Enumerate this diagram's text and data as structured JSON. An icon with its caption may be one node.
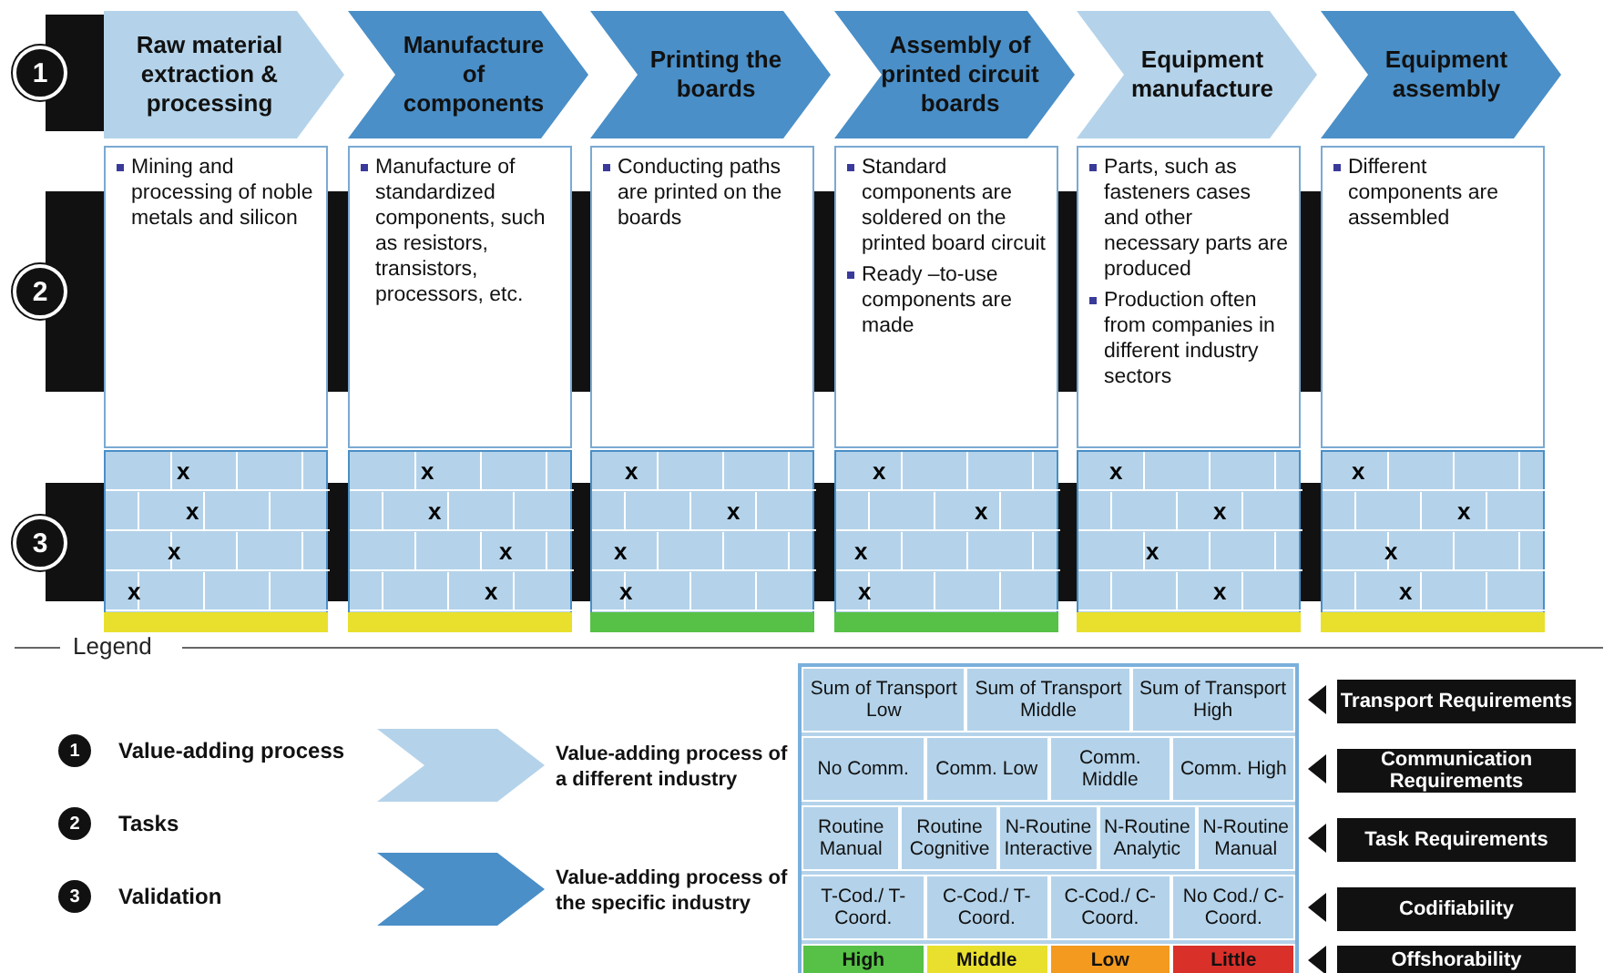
{
  "diagram": {
    "nodes": [
      {
        "text": [
          "1"
        ]
      },
      {
        "text": [
          "Raw material extraction & processing"
        ]
      },
      {
        "text": [
          "Manufacture of components"
        ]
      },
      {
        "text": [
          "Printing the boards"
        ]
      },
      {
        "text": [
          "Assembly of printed circuit boards"
        ]
      },
      {
        "text": [
          "Equipment manufacture"
        ]
      },
      {
        "text": [
          "Equipment assembly"
        ]
      },
      {
        "text": [
          "2"
        ]
      },
      {
        "text": [
          "Mining and processing of noble metals and silicon"
        ]
      },
      {
        "text": [
          "Manufacture of standardized components, such as resistors, transistors, processors, etc."
        ]
      },
      {
        "text": [
          "Conducting paths are printed on the boards"
        ]
      },
      {
        "text": [
          "Standard components are soldered on the printed board circuit",
          "Ready –to-use components are made"
        ]
      },
      {
        "text": [
          "Parts, such as fasteners cases and other necessary parts are produced",
          "Production often from companies in different industry sectors"
        ]
      },
      {
        "text": [
          "Different components are assembled"
        ]
      },
      {
        "text": [
          "3"
        ]
      },
      {
        "text": [
          "x",
          "x",
          "x",
          "x"
        ]
      },
      {
        "text": [
          "x",
          "x",
          "x",
          "x"
        ]
      },
      {
        "text": [
          "x",
          "x",
          "x",
          "x"
        ]
      },
      {
        "text": [
          "x",
          "x",
          "x",
          "x"
        ]
      },
      {
        "text": [
          "x",
          "x",
          "x",
          "x"
        ]
      },
      {
        "text": [
          "x",
          "x",
          "x",
          "x"
        ]
      },
      {
        "text": [
          "Transport Requirements"
        ]
      },
      {
        "text": [
          "Communication Requirements"
        ]
      },
      {
        "text": [
          "Task Requirements"
        ]
      },
      {
        "text": [
          "Codifiability"
        ]
      },
      {
        "text": [
          "Offshorability"
        ]
      }
    ],
    "labels": [
      "Legend",
      "1",
      "2",
      "3",
      "Sum of Transport Low",
      "Sum of Transport Middle",
      "Sum of Transport High",
      "No Comm.",
      "Comm. Low",
      "Comm. Middle",
      "Comm. High",
      "Routine Manual",
      "Routine Cognitive",
      "N-Routine Interactive",
      "N-Routine Analytic",
      "N-Routine Manual",
      "T-Cod./ T-Coord.",
      "C-Cod./ T-Coord.",
      "C-Cod./ C-Coord.",
      "No Cod./ C-Coord.",
      "High",
      "Middle",
      "Low",
      "Little"
    ],
    "legend": [
      {
        "text": "Value-adding process"
      },
      {
        "text": "Tasks"
      },
      {
        "text": "Validation"
      },
      {
        "text": "Value-adding process of a different industry",
        "color": "#b4d3ea"
      },
      {
        "text": "Value-adding process of the specific industry",
        "color": "#4a8fc8"
      }
    ]
  }
}
